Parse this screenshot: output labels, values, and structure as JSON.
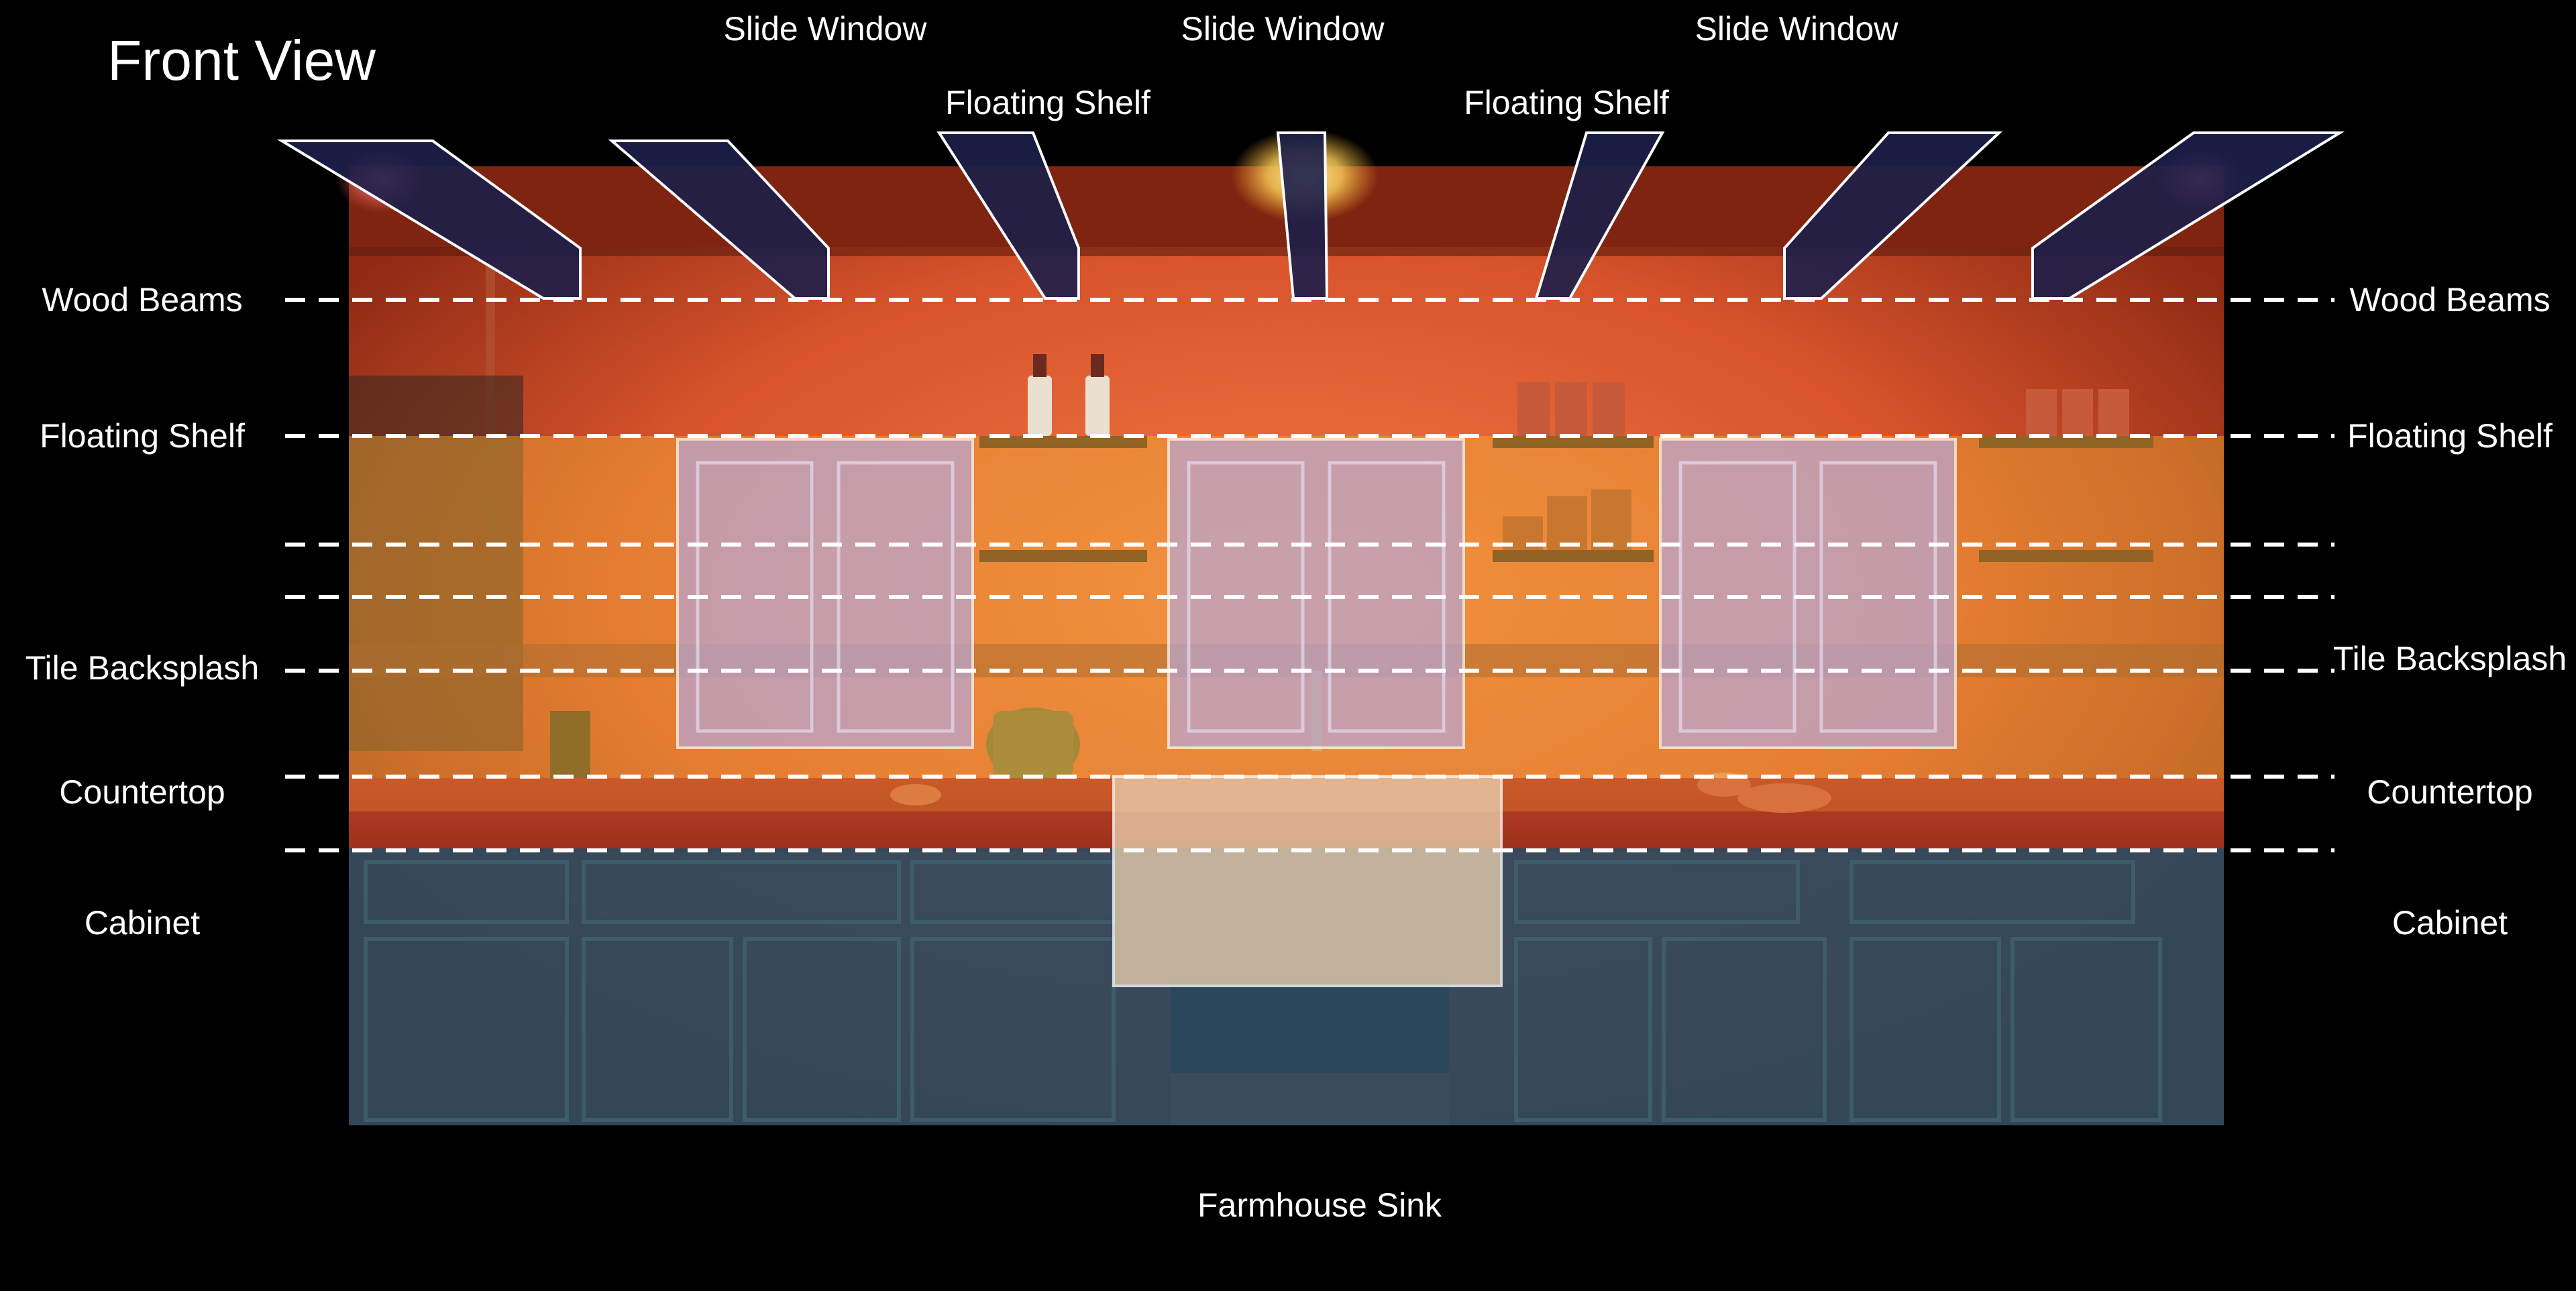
{
  "title": "Front View",
  "top_labels": [
    "Slide Window",
    "Slide Window",
    "Slide Window",
    "Floating Shelf",
    "Floating Shelf"
  ],
  "bottom_label": "Farmhouse Sink",
  "left_labels": [
    "Wood Beams",
    "Floating Shelf",
    "Tile Backsplash",
    "Countertop",
    "Cabinet"
  ],
  "right_labels": [
    "Wood Beams",
    "Floating Shelf",
    "Tile Backsplash",
    "Countertop",
    "Cabinet"
  ],
  "colors": {
    "background": "#000000",
    "wall_glow": "#e8643a",
    "ceiling": "#9a2a16",
    "beam_overlay": "#1c1f4a",
    "window_overlay": "#b9a7d6",
    "wall_overlay": "#f2b53a",
    "cabinet_overlay": "#2c4a60",
    "guide_line": "#ffffff"
  }
}
